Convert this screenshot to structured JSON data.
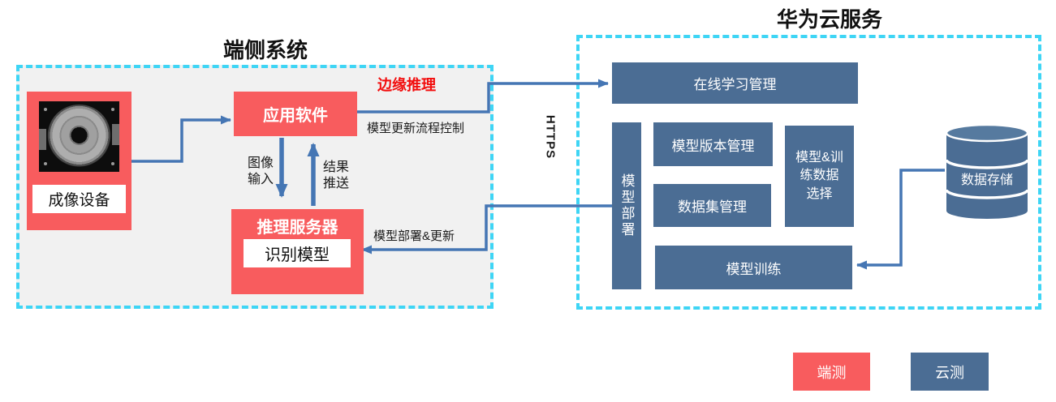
{
  "colors": {
    "device_red": "#f85c5e",
    "cloud_blue": "#4b6d94",
    "arrow_blue": "#4576b4",
    "dash_cyan": "#3ed5f5",
    "device_panel_gray": "#f1f1f1",
    "edge_inference_red": "#f20d0d"
  },
  "device": {
    "title": "端侧系统",
    "camera_label": "成像设备",
    "app_label": "应用软件",
    "edge_inference_label": "边缘推理",
    "image_input_label": "图像输入",
    "result_push_label": "结果推送",
    "inference_server_label": "推理服务器",
    "recognition_model_label": "识别模型"
  },
  "connections": {
    "model_update_flow_label": "模型更新流程控制",
    "https_label": "HTTPS",
    "model_deploy_update_label": "模型部署&更新"
  },
  "cloud": {
    "title": "华为云服务",
    "online_learning_label": "在线学习管理",
    "model_deploy_label": "模型部署",
    "model_version_label": "模型版本管理",
    "dataset_mgmt_label": "数据集管理",
    "model_data_select_label": "模型&训练数据选择",
    "model_training_label": "模型训练",
    "data_storage_label": "数据存储"
  },
  "legend": {
    "device_label": "端测",
    "cloud_label": "云测"
  }
}
